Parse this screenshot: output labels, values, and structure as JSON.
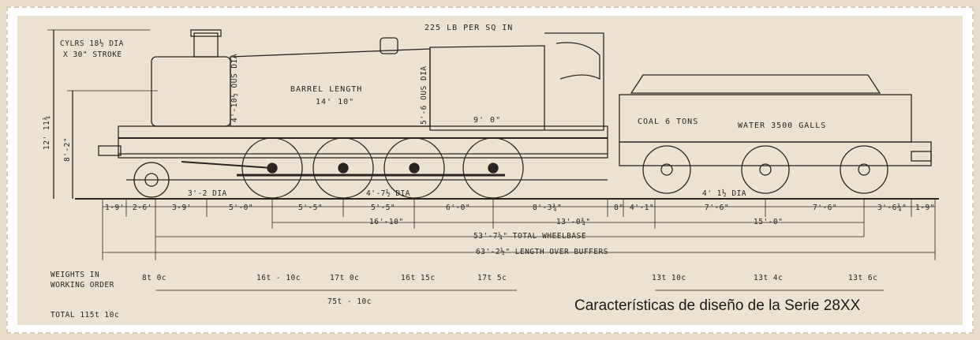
{
  "caption": "Características de diseño de la Serie 28XX",
  "cylinders": {
    "line1": "CYLRS 18½ DIA",
    "line2": "X 30\" STROKE"
  },
  "pressure": "225 LB PER SQ IN",
  "boiler": {
    "front_dia": "4'-10½ OUS DIA",
    "barrel_label": "BARREL LENGTH",
    "barrel_length": "14' 10\"",
    "rear_dia": "5'-6 OUS DIA",
    "firebox": "9' 0\""
  },
  "tender": {
    "coal": "COAL 6 TONS",
    "water": "WATER 3500 GALLS",
    "wheel_dia": "4' 1½ DIA"
  },
  "wheels": {
    "bogie_dia": "3'-2 DIA",
    "driving_dia": "4'-7½ DIA"
  },
  "heights": {
    "total": "12' 11¾",
    "centre": "8'-2\""
  },
  "spacings": [
    "1-9'",
    "2-6'",
    "3-9'",
    "5'-0\"",
    "5'-5\"",
    "5'-5\"",
    "6'-0\"",
    "8'-3¾\"",
    "8\"",
    "4'-1\"",
    "7'-6\"",
    "7'-6\"",
    "3'-6¾\"",
    "1-9\""
  ],
  "dims": {
    "coupled": "16'-10\"",
    "engine_to_tender": "13'-0¾\"",
    "tender_wb": "15'-0\"",
    "total_wb": "53'-7¼\" TOTAL WHEELBASE",
    "length": "63'-2½\" LENGTH OVER BUFFERS"
  },
  "weights": {
    "title1": "WEIGHTS IN",
    "title2": "WORKING ORDER",
    "axles": [
      "8t 0c",
      "16t - 10c",
      "17t 0c",
      "16t 15c",
      "17t 5c",
      "13t 10c",
      "13t 4c",
      "13t 6c"
    ],
    "engine_total": "75t - 10c",
    "grand_total": "TOTAL 115t 10c"
  }
}
